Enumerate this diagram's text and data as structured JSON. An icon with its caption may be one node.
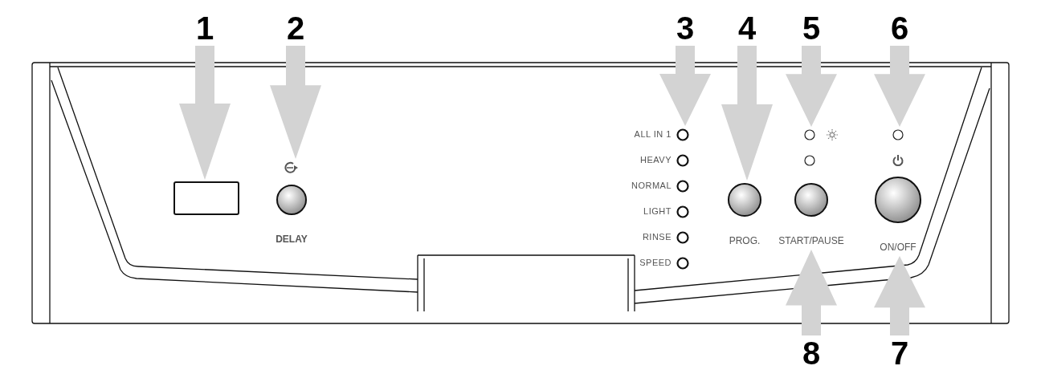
{
  "diagram": {
    "nodes": [
      {
        "text": [
          "1"
        ]
      },
      {
        "text": [
          "2"
        ]
      },
      {
        "text": [
          "3"
        ]
      },
      {
        "text": [
          "4"
        ]
      },
      {
        "text": [
          "5"
        ]
      },
      {
        "text": [
          "6"
        ]
      },
      {
        "text": [
          "8"
        ]
      },
      {
        "text": [
          "7"
        ]
      },
      {
        "text": [],
        "shape": "box"
      },
      {
        "text": [
          "DELAY"
        ]
      },
      {
        "text": [
          "ALL IN 1"
        ]
      },
      {
        "text": [
          "HEAVY"
        ]
      },
      {
        "text": [
          "NORMAL"
        ]
      },
      {
        "text": [
          "LIGHT"
        ]
      },
      {
        "text": [
          "RINSE"
        ]
      },
      {
        "text": [
          "SPEED"
        ]
      },
      {
        "text": [
          "PROG."
        ]
      },
      {
        "text": [],
        "shape": "circle"
      },
      {
        "text": [],
        "shape": "circle"
      },
      {
        "text": [
          "START/PAUSE"
        ]
      },
      {
        "text": [],
        "shape": "circle"
      },
      {
        "text": [
          "ON/OFF"
        ]
      }
    ],
    "edges": [
      {
        "from": 0,
        "to": 8,
        "arrow": "to"
      },
      {
        "from": 1,
        "to": 9,
        "arrow": "to"
      },
      {
        "from": 2,
        "to": 10,
        "arrow": "to"
      },
      {
        "from": 3,
        "to": 16,
        "arrow": "to"
      },
      {
        "from": 4,
        "to": 17,
        "arrow": "to"
      },
      {
        "from": 5,
        "to": 20,
        "arrow": "to"
      },
      {
        "from": 6,
        "to": 19,
        "arrow": "to"
      },
      {
        "from": 7,
        "to": 21,
        "arrow": "to"
      }
    ]
  }
}
